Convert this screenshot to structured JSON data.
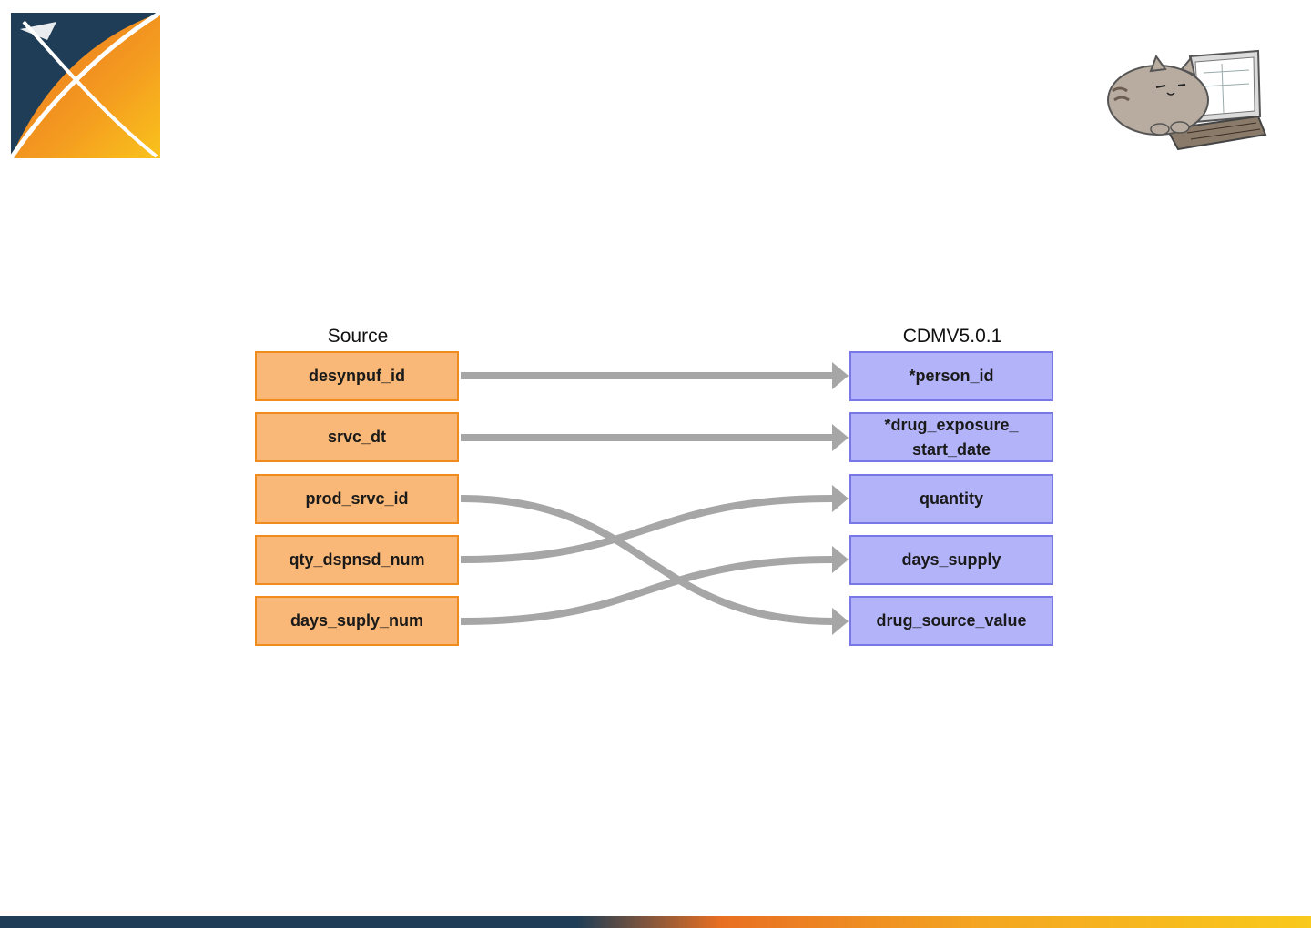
{
  "diagram": {
    "source_header": "Source",
    "target_header": "CDMV5.0.1",
    "source_fields": [
      {
        "label": "desynpuf_id"
      },
      {
        "label": "srvc_dt"
      },
      {
        "label": "prod_srvc_id"
      },
      {
        "label": "qty_dspnsd_num"
      },
      {
        "label": "days_suply_num"
      }
    ],
    "target_fields": [
      {
        "label": "*person_id"
      },
      {
        "label": "*drug_exposure_\nstart_date"
      },
      {
        "label": "quantity"
      },
      {
        "label": "days_supply"
      },
      {
        "label": "drug_source_value"
      }
    ],
    "mappings": [
      {
        "from": 0,
        "to": 0
      },
      {
        "from": 1,
        "to": 1
      },
      {
        "from": 2,
        "to": 4
      },
      {
        "from": 3,
        "to": 2
      },
      {
        "from": 4,
        "to": 3
      }
    ],
    "colors": {
      "source_fill": "#f9b877",
      "source_border": "#f08c1e",
      "target_fill": "#b3b3fa",
      "target_border": "#7777e6",
      "arrow": "#a6a6a6"
    }
  },
  "icons": {
    "logo": "ohdsi-logo-icon",
    "mascot": "cat-laptop-icon"
  }
}
